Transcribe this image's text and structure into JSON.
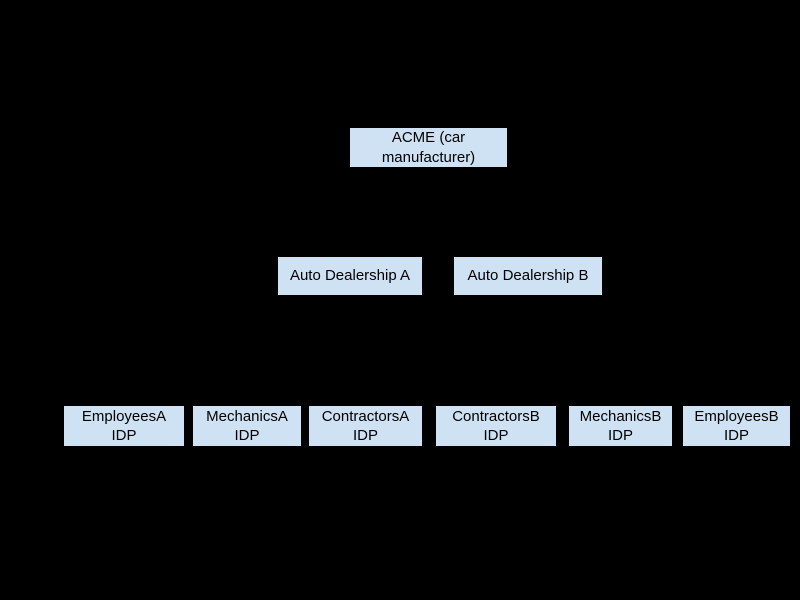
{
  "diagram": {
    "type": "hierarchy",
    "colors": {
      "background": "#000000",
      "node_fill": "#cfe2f3",
      "node_border": "#000000",
      "node_text": "#000000"
    },
    "root": {
      "label": "ACME (car\nmanufacturer)"
    },
    "dealerships": [
      {
        "label": "Auto Dealership A"
      },
      {
        "label": "Auto Dealership B"
      }
    ],
    "idps": [
      {
        "label": "EmployeesA\nIDP"
      },
      {
        "label": "MechanicsA\nIDP"
      },
      {
        "label": "ContractorsA\nIDP"
      },
      {
        "label": "ContractorsB\nIDP"
      },
      {
        "label": "MechanicsB\nIDP"
      },
      {
        "label": "EmployeesB\nIDP"
      }
    ]
  }
}
